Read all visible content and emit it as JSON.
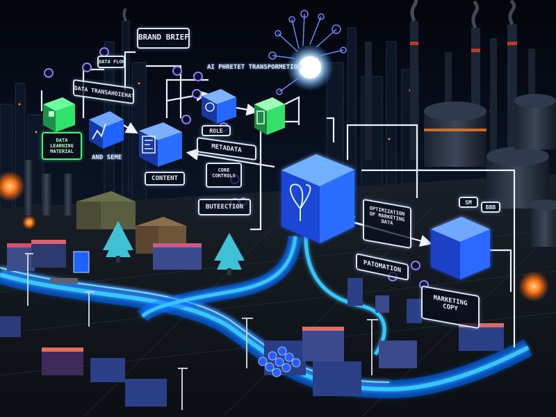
{
  "labels": {
    "brand_brief": "BRAND BRIEF",
    "ai_transformation": "AI PHRETET TRANSPORMETION",
    "data_flow": "DATA FLOW SHEET",
    "trend_analysis": "DATA TRANSAHOIEHATION",
    "data_learning": "DATA LEARNING MATERIAL",
    "and_seme": "AND SEME",
    "content": "CONTENT",
    "metadata": "METADATA",
    "role": "ROLE",
    "core_controls": "CORE CONTROLS",
    "distribution": "BUTEECTION",
    "optimization": "OPTIMIZATION OF MARKETING DATA",
    "automation": "PATOMATION",
    "marketing_copy": "MARKETING COPY",
    "sm_tag": "SM",
    "bbb_tag": "BBB"
  },
  "colors": {
    "background": "#05070d",
    "neon_blue": "#39c6ff",
    "cube_blue": "#1f63ff",
    "green_accent": "#2fe36a",
    "sign_border": "#dfe8f5",
    "orange_light": "#ff7a1a"
  },
  "icons": [
    "butterfly-icon",
    "chart-icon",
    "dashboard-icon",
    "logo-icon",
    "sun-icon",
    "network-icon",
    "tree-icon"
  ]
}
